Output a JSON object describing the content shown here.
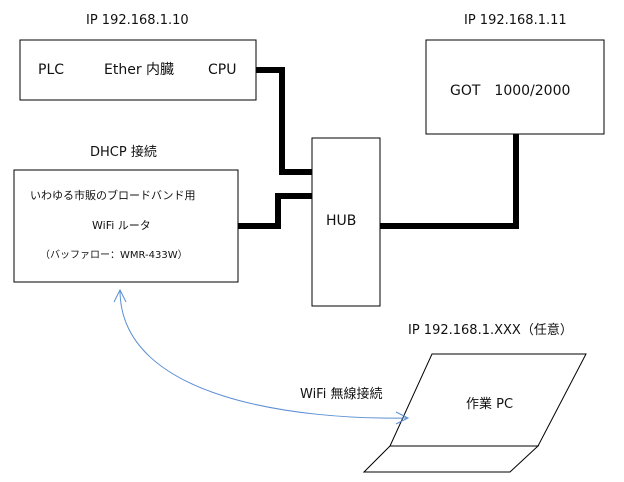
{
  "plc": {
    "ip": "IP 192.168.1.10",
    "name": "PLC",
    "desc": "Ether 内臓",
    "cpu": "CPU"
  },
  "got": {
    "ip": "IP 192.168.1.11",
    "name": "GOT　1000/2000"
  },
  "router": {
    "header": "DHCP 接続",
    "line1": "いわゆる市販のブロードバンド用",
    "line2": "WiFi ルータ",
    "line3": "（バッファロー：WMR-433W）"
  },
  "hub": {
    "label": "HUB"
  },
  "pc": {
    "ip": "IP 192.168.1.XXX（任意）",
    "label": "作業 PC"
  },
  "wifi_link": {
    "label": "WiFi 無線接続",
    "color": "#5b8fd4"
  },
  "colors": {
    "cable": "#000000",
    "box_border": "#000000"
  }
}
